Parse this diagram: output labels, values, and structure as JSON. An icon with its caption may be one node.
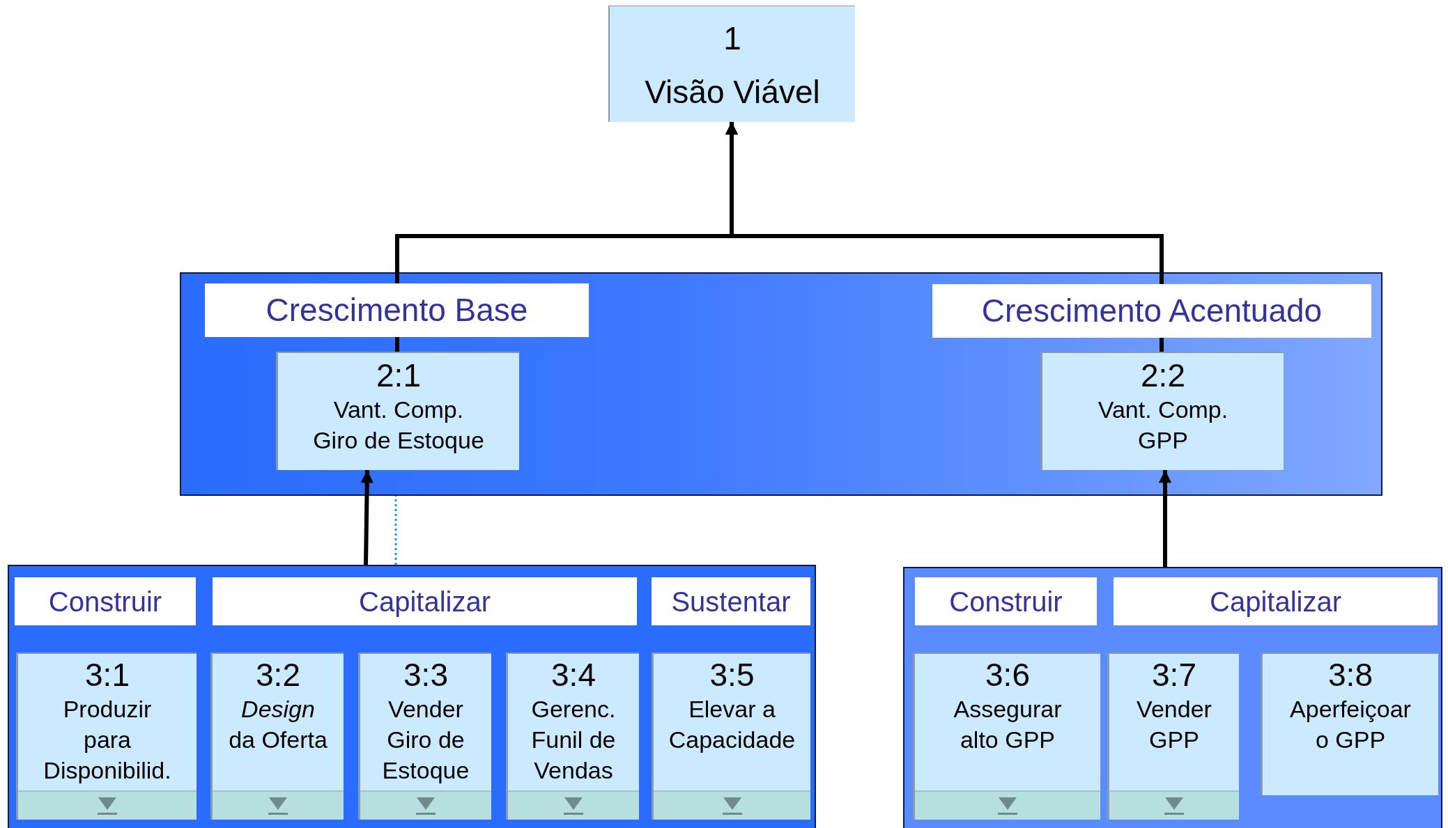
{
  "diagram": {
    "nodes": [
      {
        "text": [
          "1",
          "Visão Viável"
        ]
      },
      {
        "text": [],
        "shape": "box"
      },
      {
        "text": [
          "Crescimento Base"
        ],
        "in": 1
      },
      {
        "text": [
          "Crescimento Acentuado"
        ],
        "in": 1
      },
      {
        "text": [
          "2:1",
          "Vant. Comp. Giro de Estoque"
        ],
        "in": 1
      },
      {
        "text": [
          "2:2",
          "Vant. Comp. GPP"
        ],
        "in": 1
      },
      {
        "text": [],
        "shape": "box"
      },
      {
        "text": [
          "Construir"
        ],
        "in": 6
      },
      {
        "text": [
          "Capitalizar"
        ],
        "in": 6
      },
      {
        "text": [
          "Sustentar"
        ],
        "in": 6
      },
      {
        "text": [
          "3:1",
          "Produzir para Disponibilid."
        ],
        "in": 6
      },
      {
        "text": [
          "3:2",
          "*Design* da Oferta"
        ],
        "in": 6
      },
      {
        "text": [
          "3:3",
          "Vender Giro de Estoque"
        ],
        "in": 6
      },
      {
        "text": [
          "3:4",
          "Gerenc. Funil de Vendas"
        ],
        "in": 6
      },
      {
        "text": [
          "3:5",
          "Elevar a Capacidade"
        ],
        "in": 6
      },
      {
        "text": [],
        "shape": "box"
      },
      {
        "text": [
          "Construir"
        ],
        "in": 15
      },
      {
        "text": [
          "Capitalizar"
        ],
        "in": 15
      },
      {
        "text": [
          "3:6",
          "Assegurar alto GPP"
        ],
        "in": 15
      },
      {
        "text": [
          "3:7",
          "Vender GPP"
        ],
        "in": 15
      },
      {
        "text": [
          "3:8",
          "Aperfeiçoar o GPP"
        ],
        "in": 15
      }
    ],
    "edges": [
      {
        "from": 4,
        "to": 2,
        "arrow": "none"
      },
      {
        "from": 2,
        "to": 0,
        "arrow": "to"
      },
      {
        "from": 5,
        "to": 3,
        "arrow": "none"
      },
      {
        "from": 3,
        "to": 0,
        "arrow": "to"
      },
      {
        "from": 6,
        "to": 4,
        "arrow": "to"
      },
      {
        "from": 6,
        "to": 1,
        "arrow": "none",
        "style": "dashed",
        "color": "#1e90ff"
      },
      {
        "from": 15,
        "to": 5,
        "arrow": "to"
      }
    ]
  }
}
